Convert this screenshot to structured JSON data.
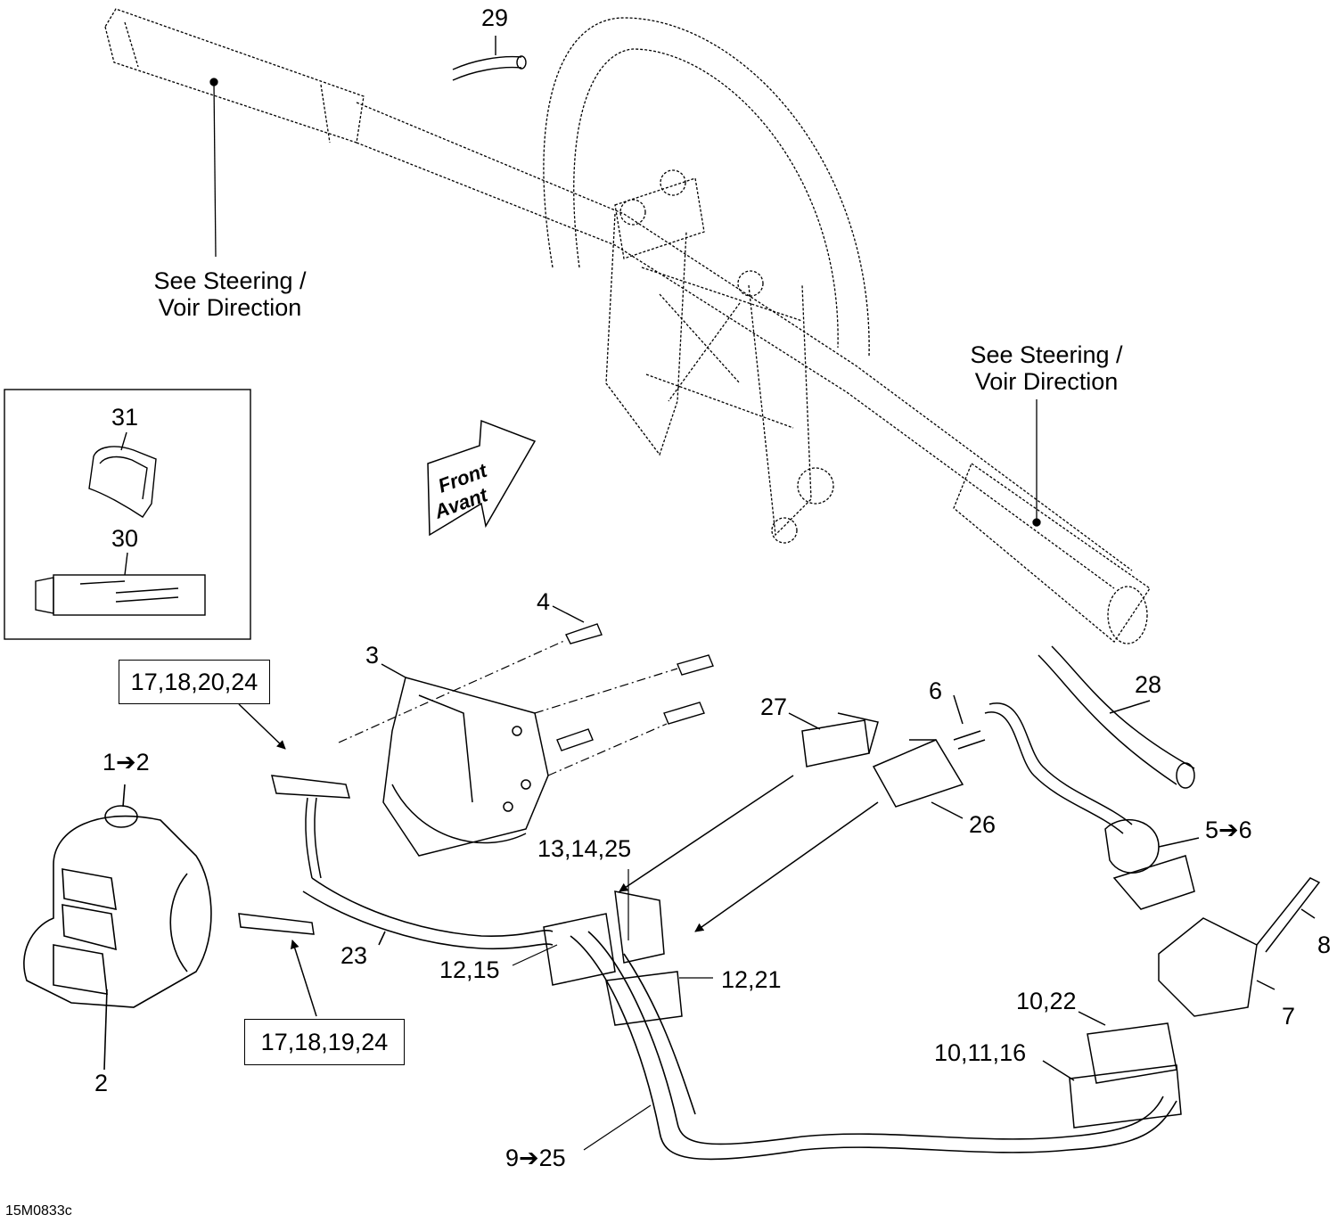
{
  "diagram": {
    "front_arrow": {
      "line1": "Front",
      "line2": "Avant"
    },
    "notes": [
      {
        "id": "note-left",
        "line1": "See Steering /",
        "line2": "Voir Direction"
      },
      {
        "id": "note-right",
        "line1": "See Steering /",
        "line2": "Voir Direction"
      }
    ],
    "callouts": {
      "c1": "1➔2",
      "c2": "2",
      "c3": "3",
      "c4": "4",
      "c5": "5➔6",
      "c6": "6",
      "c7": "7",
      "c8": "8",
      "c9": "9➔25",
      "c10_22": "10,22",
      "c10_11_16": "10,11,16",
      "c12_15": "12,15",
      "c12_21": "12,21",
      "c13_14_25": "13,14,25",
      "c17_18_20_24": "17,18,20,24",
      "c17_18_19_24": "17,18,19,24",
      "c23": "23",
      "c26": "26",
      "c27": "27",
      "c28": "28",
      "c29": "29",
      "c30": "30",
      "c31": "31"
    },
    "drawing_code": "15M0833c"
  }
}
